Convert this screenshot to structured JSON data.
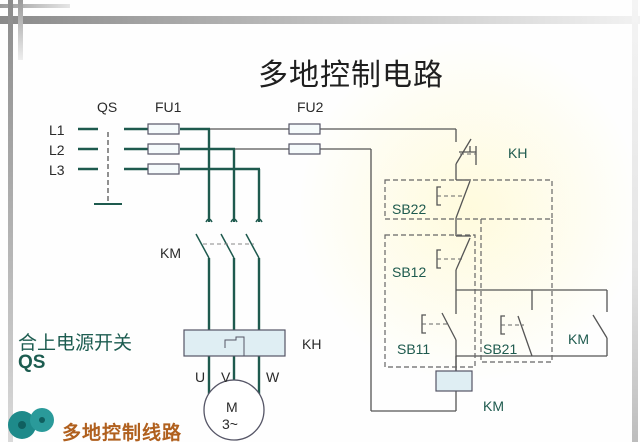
{
  "title": "多地控制电路",
  "footer_caption": "多地控制线路",
  "annotation": {
    "line1": "合上电源开关",
    "line2": "QS"
  },
  "labels": {
    "qs": "QS",
    "fu1": "FU1",
    "fu2": "FU2",
    "l1": "L1",
    "l2": "L2",
    "l3": "L3",
    "km_main": "KM",
    "kh_main": "KH",
    "u": "U",
    "v": "V",
    "w": "W",
    "motor_m": "M",
    "motor_3": "3~",
    "kh_ctrl": "KH",
    "sb22": "SB22",
    "sb12": "SB12",
    "sb11": "SB11",
    "sb21": "SB21",
    "km_aux": "KM",
    "km_coil": "KM"
  },
  "colors": {
    "power_line": "#1e5a4e",
    "control_line": "#555555",
    "dashed_box": "#666666",
    "component_fill": "#dfeef3",
    "title_text": "#1f1f1f",
    "label_text": "#1e5a4e",
    "footer_text": "#b0601e",
    "gear": "#1e8a8a"
  }
}
